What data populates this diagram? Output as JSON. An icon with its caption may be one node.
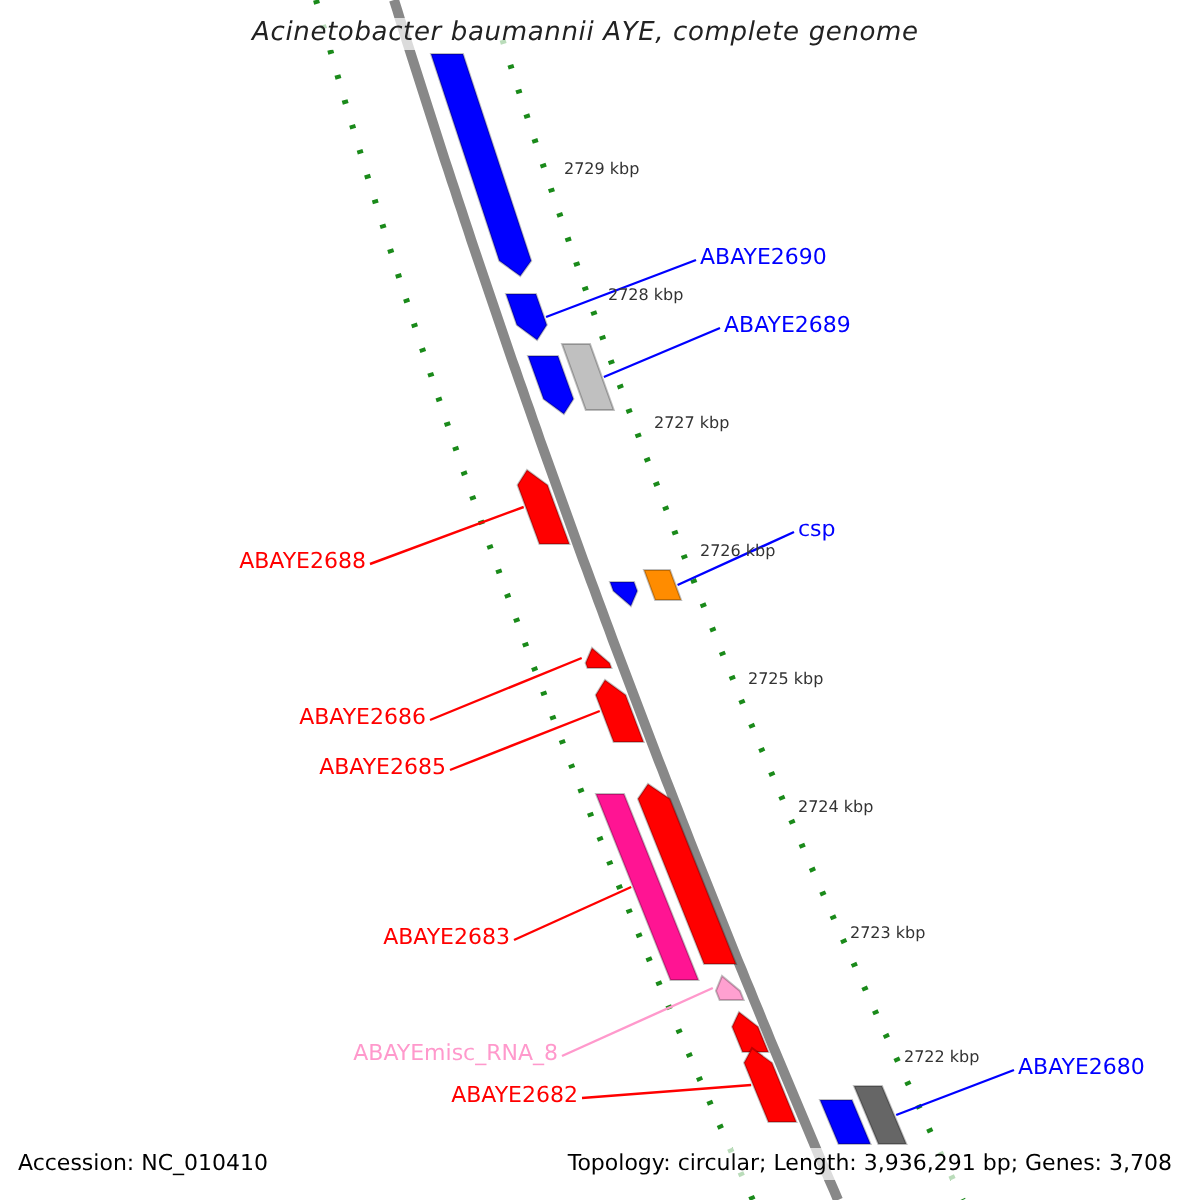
{
  "diagram": {
    "title": "Acinetobacter baumannii AYE, complete genome",
    "nodes": [
      {
        "text": [],
        "shape": "bar"
      },
      {
        "text": [],
        "shape": "bar"
      },
      {
        "text": [],
        "shape": "bar"
      },
      {
        "text": [],
        "shape": "bar"
      },
      {
        "text": [],
        "shape": "bar"
      },
      {
        "text": [],
        "shape": "bar"
      },
      {
        "text": [],
        "shape": "bar"
      },
      {
        "text": [],
        "shape": "bar"
      },
      {
        "text": [],
        "shape": "bar"
      },
      {
        "text": [],
        "shape": "bar"
      },
      {
        "text": [],
        "shape": "bar"
      },
      {
        "text": [],
        "shape": "bar"
      },
      {
        "text": [],
        "shape": "bar"
      },
      {
        "text": [],
        "shape": "bar"
      },
      {
        "text": [],
        "shape": "bar"
      },
      {
        "text": [],
        "shape": "bar"
      },
      {
        "text": [
          "ABAYE2690"
        ]
      },
      {
        "text": [
          "ABAYE2689"
        ]
      },
      {
        "text": [
          "csp"
        ]
      },
      {
        "text": [
          "ABAYE2688"
        ]
      },
      {
        "text": [
          "ABAYE2686"
        ]
      },
      {
        "text": [
          "ABAYE2685"
        ]
      },
      {
        "text": [
          "ABAYE2683"
        ]
      },
      {
        "text": [
          "ABAYEmisc_RNA_8"
        ]
      },
      {
        "text": [
          "ABAYE2682"
        ]
      },
      {
        "text": [
          "ABAYE2680"
        ]
      }
    ],
    "edges": [
      {
        "from": 16,
        "to": 1,
        "arrow": "none",
        "color": "#0000ff"
      },
      {
        "from": 17,
        "to": 3,
        "arrow": "none",
        "color": "#0000ff"
      },
      {
        "from": 18,
        "to": 6,
        "arrow": "none",
        "color": "#0000ff"
      },
      {
        "from": 19,
        "to": 4,
        "arrow": "none"
      },
      {
        "from": 20,
        "to": 7,
        "arrow": "none"
      },
      {
        "from": 21,
        "to": 8,
        "arrow": "none"
      },
      {
        "from": 22,
        "to": 9,
        "arrow": "none"
      },
      {
        "from": 23,
        "to": 11,
        "arrow": "none",
        "color": "#ff99cc"
      },
      {
        "from": 24,
        "to": 13,
        "arrow": "none"
      },
      {
        "from": 25,
        "to": 15,
        "arrow": "none",
        "color": "#0000ff"
      }
    ],
    "labels": [
      "2729 kbp",
      "2728 kbp",
      "2727 kbp",
      "2726 kbp",
      "2725 kbp",
      "2724 kbp",
      "2723 kbp",
      "2722 kbp",
      "Accession: NC_010410",
      "Topology: circular; Length: 3,936,291 bp; Genes: 3,708"
    ]
  }
}
